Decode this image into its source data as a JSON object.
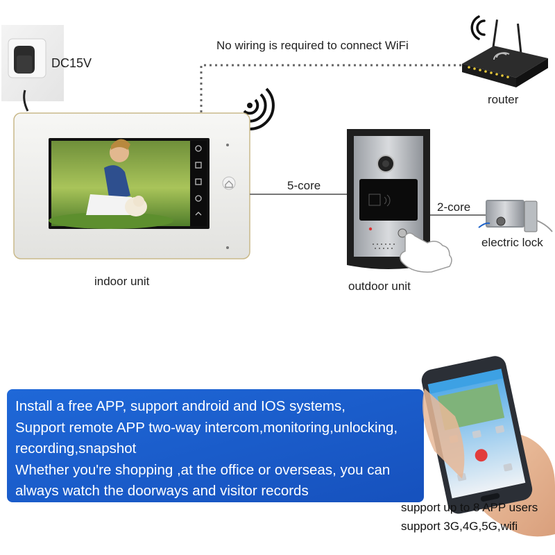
{
  "labels": {
    "dc_power": "DC15V",
    "wifi_note": "No wiring is required to connect WiFi",
    "router": "router",
    "indoor_unit": "indoor unit",
    "outdoor_unit": "outdoor unit",
    "five_core": "5-core",
    "two_core": "2-core",
    "electric_lock": "electric lock"
  },
  "features": {
    "lines": [
      "Install a free APP, support android and IOS systems,",
      "Support remote APP two-way intercom,monitoring,unlocking,",
      "recording,snapshot",
      "Whether you're shopping ,at the office or overseas, you can",
      "always watch the doorways and visitor records"
    ]
  },
  "support": {
    "line1": "support up to 8 APP users",
    "line2": "support 3G,4G,5G,wifi"
  },
  "icons": [
    "power-adapter-icon",
    "wifi-signal-icon",
    "router-icon",
    "home-button-icon",
    "electric-lock-icon",
    "hand-press-icon",
    "smartphone-icon"
  ],
  "colors": {
    "panel_blue": "#1a5fd0",
    "line_gray": "#777777"
  }
}
